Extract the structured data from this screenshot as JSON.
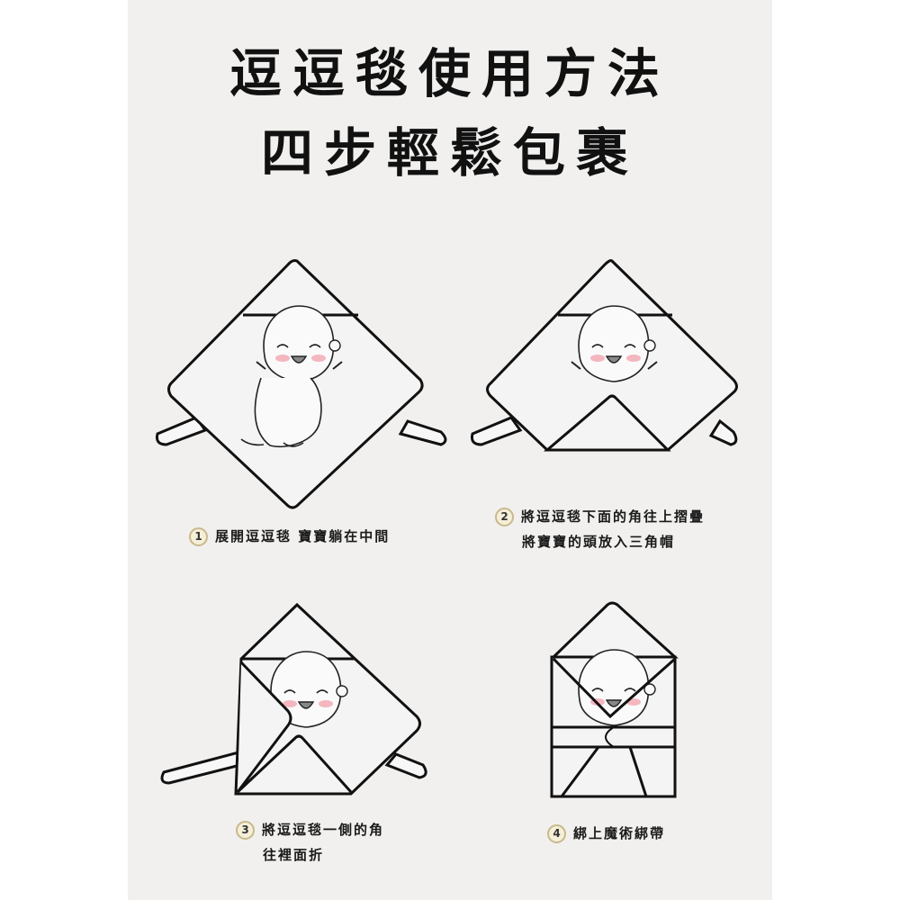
{
  "header": {
    "title_line1": "逗逗毯使用方法",
    "title_line2": "四步輕鬆包裹"
  },
  "steps": [
    {
      "number": "1",
      "line1": "展開逗逗毯 寶寶躺在中間",
      "line2": ""
    },
    {
      "number": "2",
      "line1": "將逗逗毯下面的角往上摺疊",
      "line2": "將寶寶的頭放入三角帽"
    },
    {
      "number": "3",
      "line1": "將逗逗毯一側的角",
      "line2": "往裡面折"
    },
    {
      "number": "4",
      "line1": "綁上魔術綁帶",
      "line2": ""
    }
  ],
  "colors": {
    "panel_bg": "#f1f0ee",
    "page_bg": "#ffffff",
    "line": "#111111",
    "blush": "#f4b6bf",
    "badge_border": "#c8b98c"
  }
}
